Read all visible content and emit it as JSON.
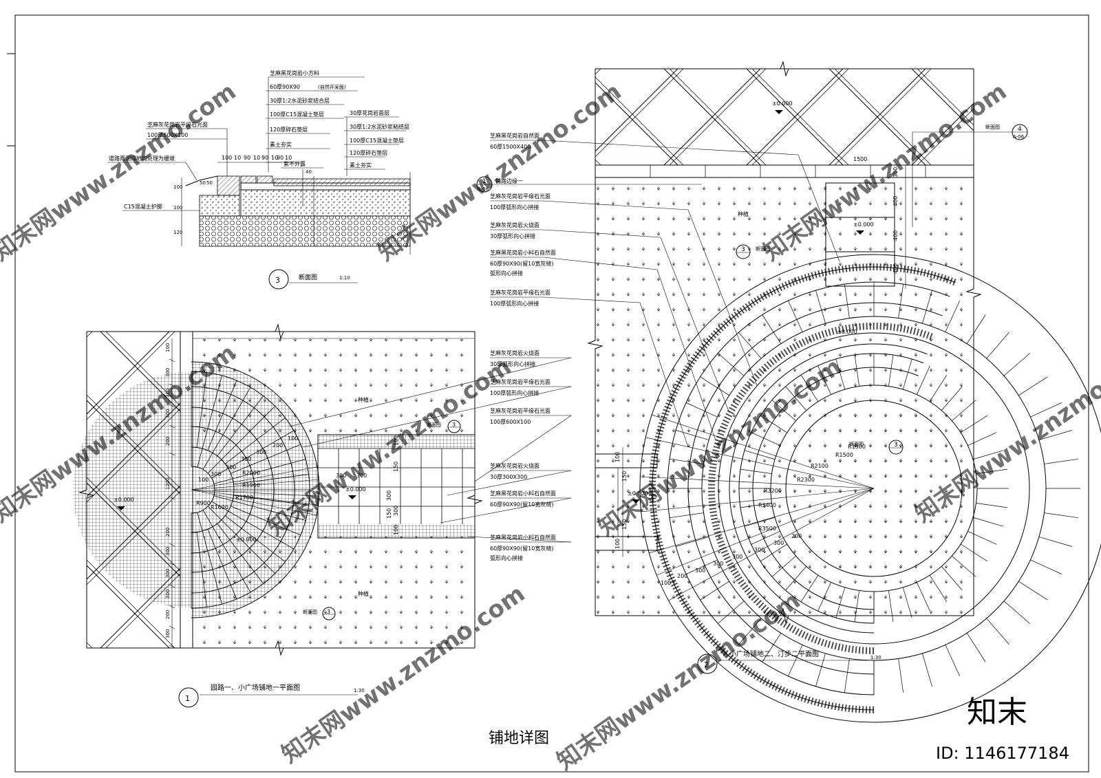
{
  "drawing_title": "铺地详图",
  "section_3": {
    "title": "断面图",
    "num": "3",
    "scale": "1:10",
    "notes_top": [
      "芝麻黑花岗岩小方料",
      "60厚90X90",
      "(自然开采面)",
      "30厚1:2水泥砂浆结合层",
      "100厚C15混凝土垫层",
      "120厚碎石垫层",
      "素土夯实"
    ],
    "notes_right": [
      "30厚花岗岩面层",
      "30厚1:2水泥砂浆粘结层",
      "100厚C15混凝土垫层",
      "120厚碎石垫层",
      "素土夯实"
    ],
    "notes_left": [
      "芝麻灰花岗岩平缘石光面",
      "100厚600X100",
      "道路两侧绿地均处理为缓坡",
      "C15混凝土护脚"
    ],
    "label_grass": "紫不外露",
    "dims_top": [
      "100",
      "10",
      "90",
      "10",
      "90",
      "10",
      "90",
      "10"
    ],
    "dims_left": [
      "50",
      "50",
      "100",
      "100",
      "120"
    ],
    "dim_40": "40"
  },
  "plan_1": {
    "num": "1",
    "title": "园路一、小广场铺地一平面图",
    "scale": "1:30",
    "elev": [
      "±0.000",
      "±0.000",
      "±0.000"
    ],
    "plant": [
      "种植",
      "种植"
    ],
    "radii": [
      "R2000",
      "R1900",
      "R1700",
      "R1600",
      "R900"
    ],
    "dims_left": [
      "100",
      "300",
      "300",
      "300",
      "200",
      "1200",
      "200",
      "300",
      "300",
      "300",
      "200",
      "300"
    ],
    "dims_arc": [
      "100",
      "300",
      "300",
      "300",
      "300",
      "200",
      "100"
    ],
    "dims_path": [
      "300",
      "300",
      "300",
      "150",
      "150",
      "100",
      "100",
      "300"
    ],
    "sec_ref": [
      "断面图",
      "3",
      "断面图",
      "3"
    ]
  },
  "plan_2": {
    "num": "2",
    "title": "小广场铺地二、汀步二平面图",
    "scale": "1:30",
    "elev": [
      "±0.000",
      "±0.000",
      "±0.000",
      "±0.000"
    ],
    "plant": [
      "种植"
    ],
    "radii": [
      "R3500",
      "R3400",
      "R3200",
      "R2300",
      "R2100",
      "R1500",
      "R1300"
    ],
    "dims_arc": [
      "100",
      "200",
      "300",
      "300",
      "300",
      "300",
      "300",
      "200"
    ],
    "dims_top": [
      "1500",
      "300",
      "400",
      "400",
      "400"
    ],
    "dims_path": [
      "150",
      "150",
      "100",
      "100"
    ],
    "sec_ref": [
      "断面图",
      "4",
      "A-06",
      "1",
      "A-08",
      "断面图",
      "3",
      "断面图",
      "3"
    ],
    "label_curb": "铺路边缘一"
  },
  "center_notes": [
    {
      "a": "芝麻黑花岗岩自然面",
      "b": "60厚1500X400"
    },
    {
      "a": "芝麻灰花岗岩平缘石光面",
      "b": "100厚弧形向心拼接"
    },
    {
      "a": "芝麻灰花岗岩火烧面",
      "b": "30厚弧形向心拼接"
    },
    {
      "a": "芝麻黑花岗岩小料石自然面",
      "b": "60厚90X90(留10宽灰缝)",
      "c": "弧形向心拼接"
    },
    {
      "a": "芝麻灰花岗岩平缘石光面",
      "b": "100厚弧形向心拼接"
    },
    {
      "a": "芝麻灰花岗岩火烧面",
      "b": "30厚弧形向心拼接"
    },
    {
      "a": "芝麻灰花岗岩平缘石光面",
      "b": "100厚弧形向心拼接"
    },
    {
      "a": "芝麻灰花岗岩平缘石光面",
      "b": "100厚600X100"
    },
    {
      "a": "芝麻灰花岗岩火烧面",
      "b": "30厚300X300"
    },
    {
      "a": "芝麻黑花岗岩小料石自然面",
      "b": "60厚90X90(留10宽灰缝)"
    },
    {
      "a": "芝麻黑花岗岩小料石自然面",
      "b": "60厚90X90(留10宽灰缝)",
      "c": "弧形向心拼接"
    }
  ],
  "watermark": "知末网www.znzmo.com",
  "brand": "知末",
  "id_label": "ID: 1146177184"
}
